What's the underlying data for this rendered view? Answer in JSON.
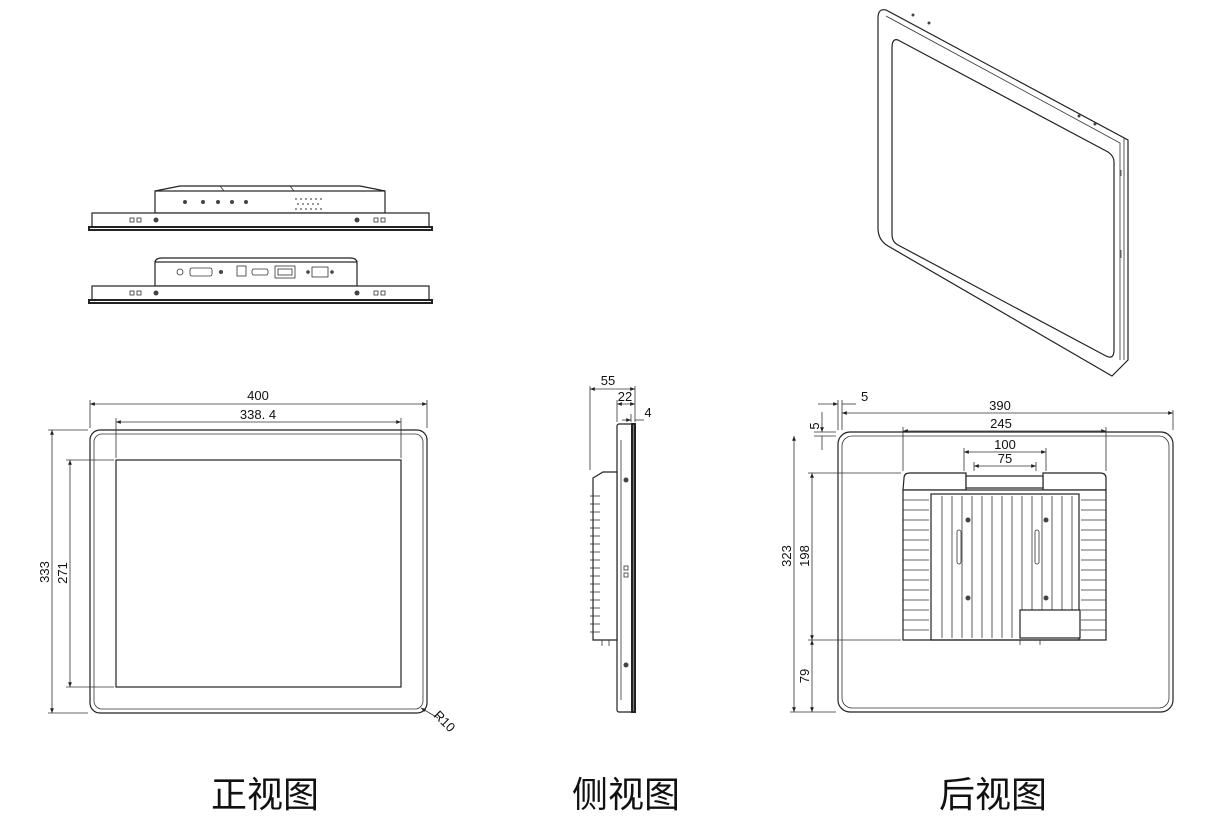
{
  "front_view": {
    "caption": "正视图",
    "dims": {
      "width": "400",
      "screen_width": "338. 4",
      "height": "333",
      "screen_height": "271",
      "radius": "R10"
    }
  },
  "side_view": {
    "caption": "侧视图",
    "dims": {
      "depth": "55",
      "depth2": "22",
      "depth3": "4"
    }
  },
  "back_view": {
    "caption": "后视图",
    "dims": {
      "offset_x": "5",
      "offset_y": "5",
      "width": "390",
      "mount_width": "245",
      "vesa_100": "100",
      "vesa_75": "75",
      "height": "323",
      "mount_height": "198",
      "bottom_gap": "79"
    }
  }
}
